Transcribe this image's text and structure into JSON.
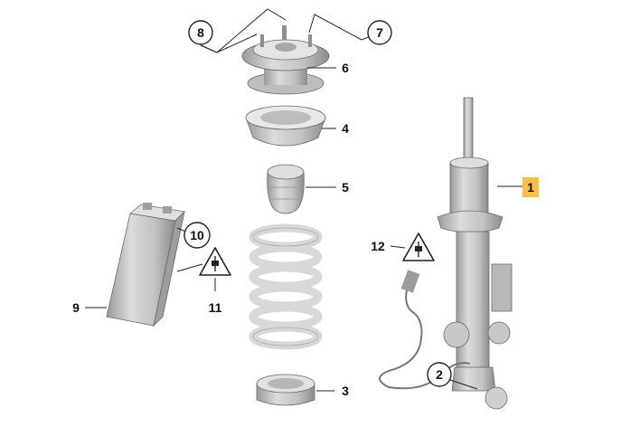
{
  "diagram": {
    "callouts": {
      "c1": "1",
      "c2": "2",
      "c3": "3",
      "c4": "4",
      "c5": "5",
      "c6": "6",
      "c7": "7",
      "c8": "8",
      "c9": "9",
      "c10": "10",
      "c11": "11",
      "c12": "12"
    },
    "colors": {
      "highlight": "#f6c244",
      "part_fill": "#d3d3d3",
      "spring_fill": "#ececec",
      "line": "#222222"
    },
    "icons": {
      "electrical_warning": "warning-triangle-plug-icon"
    }
  }
}
